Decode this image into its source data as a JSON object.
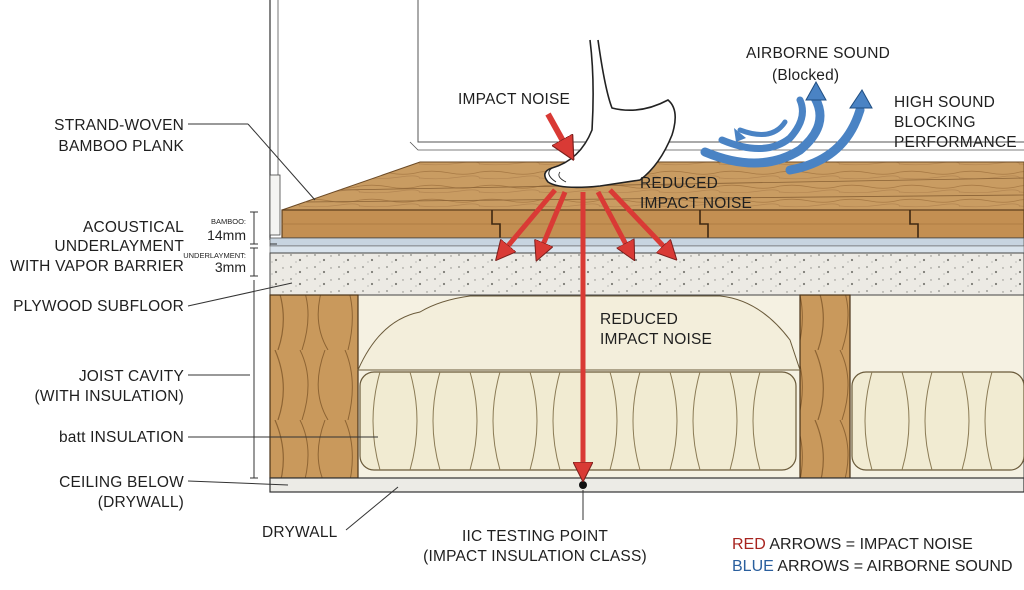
{
  "labels": {
    "plank": [
      "STRAND-WOVEN",
      "BAMBOO PLANK"
    ],
    "underlayment": [
      "ACOUSTICAL",
      "UNDERLAYMENT",
      "WITH VAPOR BARRIER"
    ],
    "plywood": "PLYWOOD SUBFLOOR",
    "joist": [
      "JOIST CAVITY",
      "(WITH INSULATION)"
    ],
    "batt": "batt INSULATION",
    "ceiling": [
      "CEILING BELOW",
      "(DRYWALL)"
    ],
    "drywall": "DRYWALL",
    "iic": [
      "IIC TESTING POINT",
      "(IMPACT INSULATION CLASS)"
    ],
    "impact": "IMPACT NOISE",
    "reduced_top": [
      "REDUCED",
      "IMPACT NOISE"
    ],
    "reduced_mid": [
      "REDUCED",
      "IMPACT NOISE"
    ],
    "airborne": [
      "AIRBORNE SOUND",
      "(Blocked)"
    ],
    "high_sound": [
      "HIGH SOUND",
      "BLOCKING",
      "PERFORMANCE"
    ]
  },
  "dimensions": {
    "bamboo_label": "BAMBOO:",
    "bamboo_value": "14mm",
    "underlayment_label": "UNDERLAYMENT:",
    "underlayment_value": "3mm"
  },
  "legend": {
    "red_word": "RED",
    "red_rest": " ARROWS = IMPACT NOISE",
    "blue_word": "BLUE",
    "blue_rest": " ARROWS = AIRBORNE SOUND"
  },
  "colors": {
    "impact_arrow": "#d93a35",
    "airborne_arrow": "#4a83c4",
    "wood": "#c89a5e",
    "insulation": "#f3eedb"
  }
}
